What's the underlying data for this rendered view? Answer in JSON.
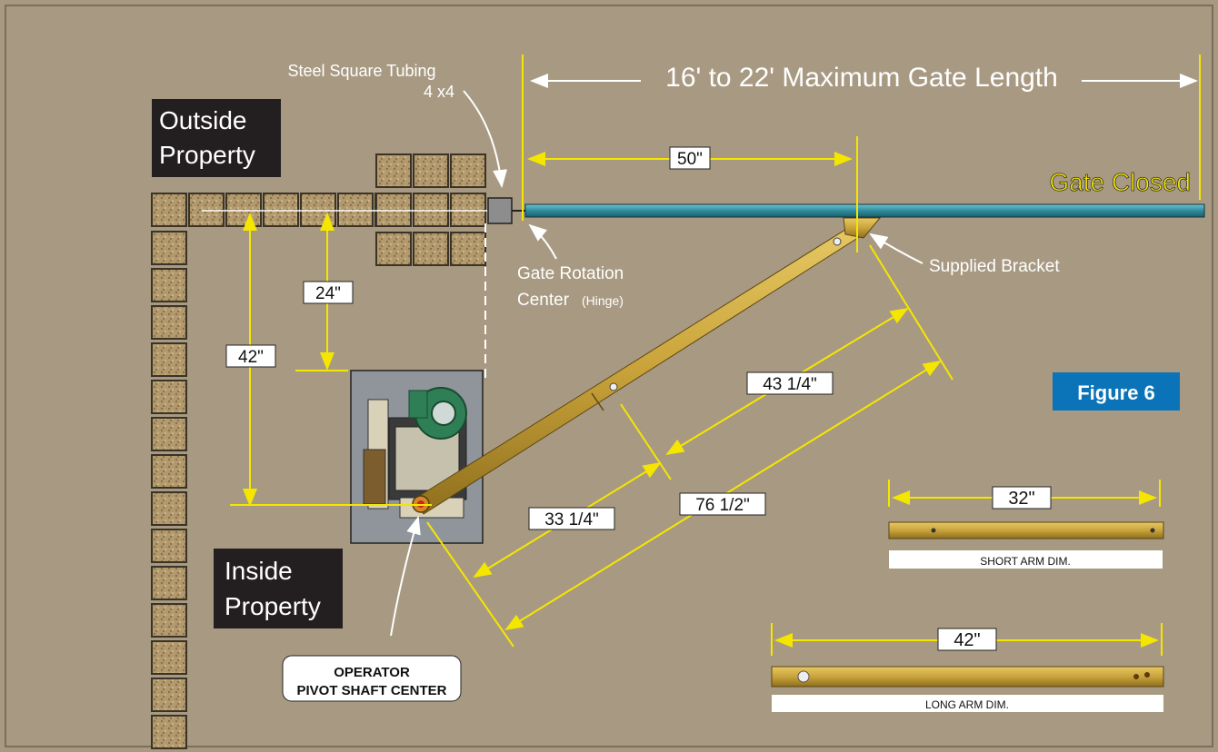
{
  "labels": {
    "steel_tubing_line1": "Steel Square Tubing",
    "steel_tubing_line2": "4 x4",
    "gate_length": "16' to 22' Maximum Gate Length",
    "outside_line1": "Outside",
    "outside_line2": "Property",
    "inside_line1": "Inside",
    "inside_line2": "Property",
    "gate_closed": "Gate Closed",
    "gate_rotation_line1": "Gate Rotation",
    "gate_rotation_line2": "Center",
    "gate_rotation_hinge": "(Hinge)",
    "supplied_bracket": "Supplied Bracket",
    "figure": "Figure 6",
    "operator_line1": "OPERATOR",
    "operator_line2": "PIVOT SHAFT CENTER",
    "short_arm": "SHORT ARM DIM.",
    "long_arm": "LONG ARM DIM."
  },
  "dimensions": {
    "d50": "50\"",
    "d24": "24\"",
    "d42_vertical": "42\"",
    "d43": "43 1/4\"",
    "d33": "33 1/4\"",
    "d76": "76 1/2\"",
    "d32_short": "32\"",
    "d42_long": "42\""
  },
  "colors": {
    "background": "#a89a82",
    "dimension_line": "#f5e600",
    "gate_bar": "#2f8c9c",
    "arm_gold": "#c9a33a",
    "callout_box": "#231f20",
    "figure_badge": "#0b74b8"
  }
}
